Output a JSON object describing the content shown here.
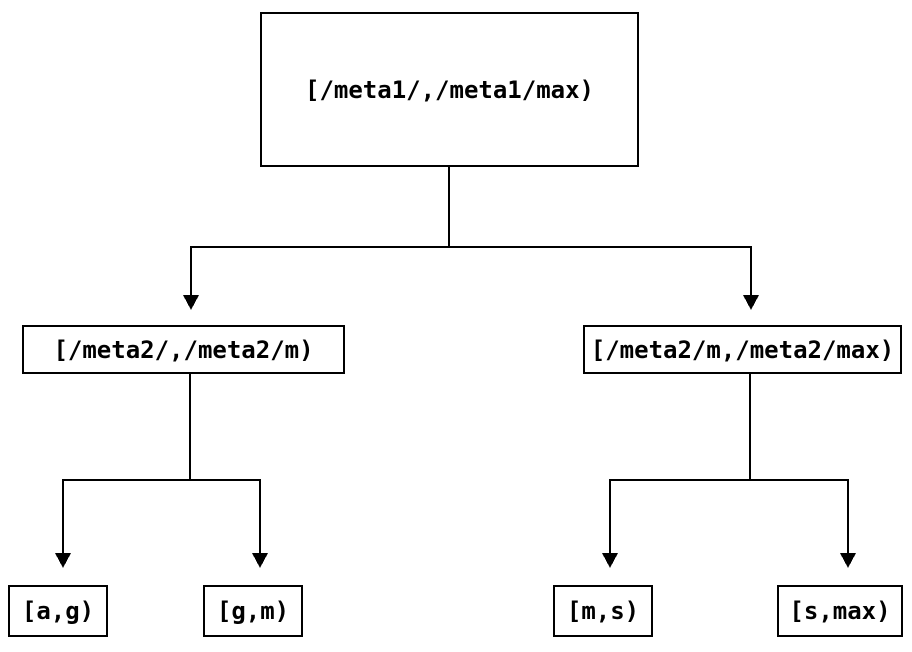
{
  "diagram": {
    "type": "tree",
    "colors": {
      "line": "#000000",
      "background": "#ffffff",
      "text": "#000000"
    },
    "nodes": {
      "root": "[/meta1/,/meta1/max)",
      "left": "[/meta2/,/meta2/m)",
      "right": "[/meta2/m,/meta2/max)",
      "leaf_ag": "[a,g)",
      "leaf_gm": "[g,m)",
      "leaf_ms": "[m,s)",
      "leaf_smax": "[s,max)"
    },
    "edges": [
      {
        "from": "root",
        "to": "left"
      },
      {
        "from": "root",
        "to": "right"
      },
      {
        "from": "left",
        "to": "leaf_ag"
      },
      {
        "from": "left",
        "to": "leaf_gm"
      },
      {
        "from": "right",
        "to": "leaf_ms"
      },
      {
        "from": "right",
        "to": "leaf_smax"
      }
    ]
  }
}
